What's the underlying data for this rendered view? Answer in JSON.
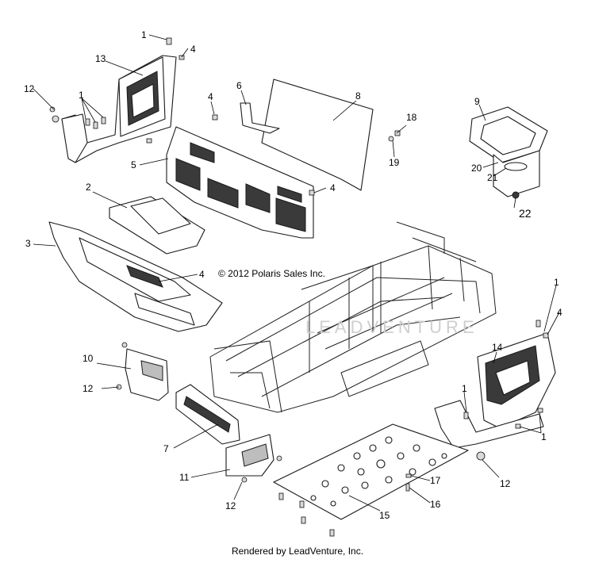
{
  "copyright": "© 2012 Polaris Sales Inc.",
  "footer": "Rendered by LeadVenture, Inc.",
  "watermark": "LEADVENTURE",
  "callouts": [
    "1",
    "4",
    "13",
    "12",
    "1",
    "6",
    "8",
    "4",
    "5",
    "18",
    "19",
    "9",
    "20",
    "21",
    "22",
    "2",
    "4",
    "3",
    "4",
    "1",
    "4",
    "14",
    "10",
    "12",
    "1",
    "1",
    "7",
    "11",
    "12",
    "17",
    "15",
    "16",
    "12"
  ],
  "colors": {
    "line": "#1a1a1a",
    "background": "#ffffff",
    "watermark": "#cfcfcf"
  }
}
